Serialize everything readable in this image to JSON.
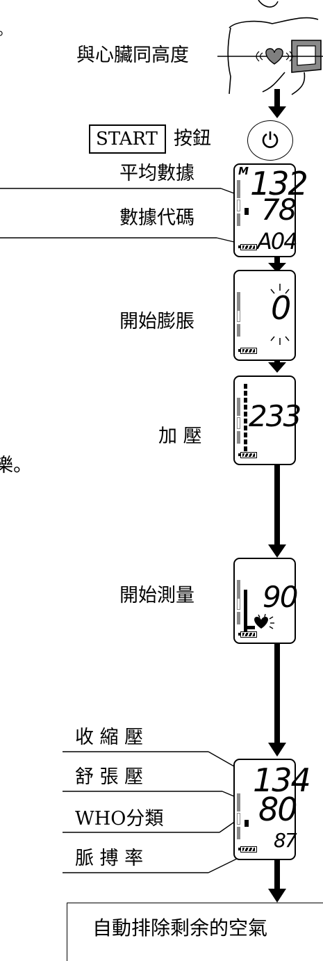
{
  "steps": {
    "heart_level": "與心臟同高度",
    "start_key": "START",
    "start_button_suffix": "按鈕",
    "average_data": "平均數據",
    "data_code": "數據代碼",
    "start_inflate": "開始膨脹",
    "pressurize": "加 壓",
    "side_fragment": "樂。",
    "start_measure": "開始測量",
    "systolic": "收 縮 壓",
    "diastolic": "舒 張 壓",
    "who_class": "WHO分類",
    "pulse_rate": "脈 搏 率",
    "auto_exhaust": "自動排除剩余的空氣"
  },
  "lcd1": {
    "mode": "M",
    "sys": "132",
    "dia": "78",
    "code": "A04"
  },
  "lcd2": {
    "value": "0"
  },
  "lcd3": {
    "value": "233"
  },
  "lcd4": {
    "value": "90"
  },
  "lcd5": {
    "sys": "134",
    "dia": "80",
    "pulse": "87"
  },
  "icons": [
    "heart-icon",
    "power-icon",
    "battery-icon",
    "arrow-down-icon"
  ]
}
